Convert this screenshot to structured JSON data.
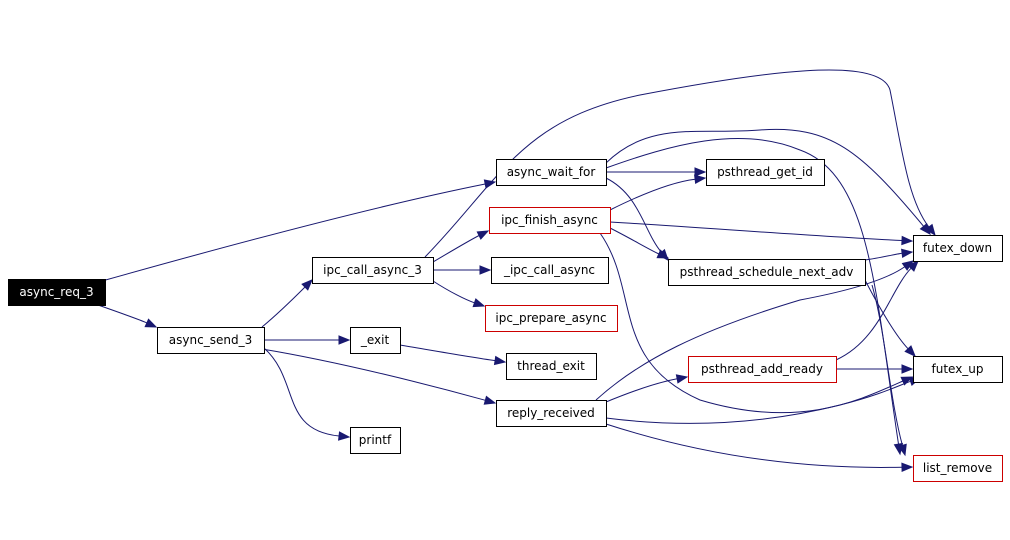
{
  "graph": {
    "nodes": [
      {
        "id": "async_req_3",
        "label": "async_req_3",
        "style": "root"
      },
      {
        "id": "async_send_3",
        "label": "async_send_3",
        "style": "normal"
      },
      {
        "id": "ipc_call_async_3",
        "label": "ipc_call_async_3",
        "style": "normal"
      },
      {
        "id": "_exit",
        "label": "_exit",
        "style": "normal"
      },
      {
        "id": "printf",
        "label": "printf",
        "style": "normal"
      },
      {
        "id": "async_wait_for",
        "label": "async_wait_for",
        "style": "normal"
      },
      {
        "id": "ipc_finish_async",
        "label": "ipc_finish_async",
        "style": "undocumented"
      },
      {
        "id": "_ipc_call_async",
        "label": "_ipc_call_async",
        "style": "normal"
      },
      {
        "id": "ipc_prepare_async",
        "label": "ipc_prepare_async",
        "style": "undocumented"
      },
      {
        "id": "thread_exit",
        "label": "thread_exit",
        "style": "normal"
      },
      {
        "id": "reply_received",
        "label": "reply_received",
        "style": "normal"
      },
      {
        "id": "psthread_get_id",
        "label": "psthread_get_id",
        "style": "normal"
      },
      {
        "id": "psthread_schedule_next_adv",
        "label": "psthread_schedule_next_adv",
        "style": "normal"
      },
      {
        "id": "psthread_add_ready",
        "label": "psthread_add_ready",
        "style": "undocumented"
      },
      {
        "id": "futex_down",
        "label": "futex_down",
        "style": "normal"
      },
      {
        "id": "futex_up",
        "label": "futex_up",
        "style": "normal"
      },
      {
        "id": "list_remove",
        "label": "list_remove",
        "style": "undocumented"
      }
    ],
    "edges": [
      {
        "from": "async_req_3",
        "to": "async_send_3"
      },
      {
        "from": "async_req_3",
        "to": "async_wait_for"
      },
      {
        "from": "async_send_3",
        "to": "ipc_call_async_3"
      },
      {
        "from": "async_send_3",
        "to": "_exit"
      },
      {
        "from": "async_send_3",
        "to": "printf"
      },
      {
        "from": "async_send_3",
        "to": "reply_received"
      },
      {
        "from": "ipc_call_async_3",
        "to": "ipc_finish_async"
      },
      {
        "from": "ipc_call_async_3",
        "to": "_ipc_call_async"
      },
      {
        "from": "ipc_call_async_3",
        "to": "ipc_prepare_async"
      },
      {
        "from": "ipc_call_async_3",
        "to": "futex_down"
      },
      {
        "from": "_exit",
        "to": "thread_exit"
      },
      {
        "from": "async_wait_for",
        "to": "psthread_get_id"
      },
      {
        "from": "async_wait_for",
        "to": "futex_down"
      },
      {
        "from": "async_wait_for",
        "to": "psthread_schedule_next_adv"
      },
      {
        "from": "async_wait_for",
        "to": "list_remove"
      },
      {
        "from": "ipc_finish_async",
        "to": "psthread_get_id"
      },
      {
        "from": "ipc_finish_async",
        "to": "futex_down"
      },
      {
        "from": "ipc_finish_async",
        "to": "psthread_schedule_next_adv"
      },
      {
        "from": "ipc_finish_async",
        "to": "futex_up"
      },
      {
        "from": "psthread_schedule_next_adv",
        "to": "futex_down"
      },
      {
        "from": "psthread_schedule_next_adv",
        "to": "futex_up"
      },
      {
        "from": "psthread_schedule_next_adv",
        "to": "list_remove"
      },
      {
        "from": "reply_received",
        "to": "psthread_add_ready"
      },
      {
        "from": "reply_received",
        "to": "futex_down"
      },
      {
        "from": "reply_received",
        "to": "futex_up"
      },
      {
        "from": "reply_received",
        "to": "list_remove"
      },
      {
        "from": "psthread_add_ready",
        "to": "futex_down"
      },
      {
        "from": "psthread_add_ready",
        "to": "futex_up"
      }
    ]
  },
  "colors": {
    "edge": "#191970",
    "normal_border": "#000000",
    "undocumented_border": "#cc0000",
    "root_fill": "#000000",
    "root_text": "#ffffff",
    "node_fill": "#ffffff",
    "node_text": "#000000"
  }
}
